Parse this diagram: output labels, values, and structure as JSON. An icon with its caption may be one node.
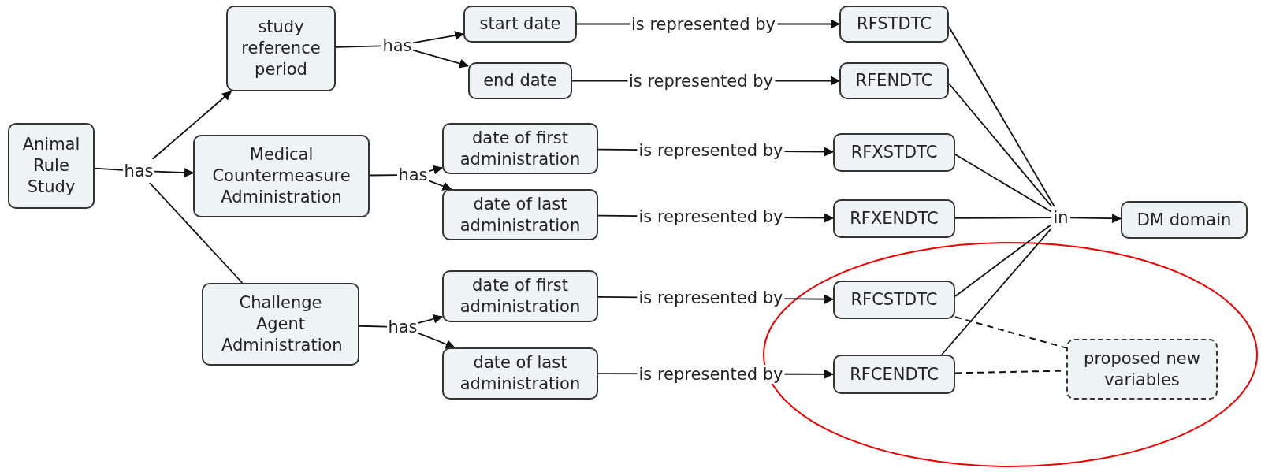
{
  "diagram": {
    "nodes": [
      {
        "text": [
          "Animal Rule Study"
        ]
      },
      {
        "text": [
          "has"
        ]
      },
      {
        "text": [
          "study reference period"
        ]
      },
      {
        "text": [
          "Medical Countermeasure Administration"
        ]
      },
      {
        "text": [
          "Challenge Agent Administration"
        ]
      },
      {
        "text": [
          "has"
        ]
      },
      {
        "text": [
          "start date"
        ]
      },
      {
        "text": [
          "end date"
        ]
      },
      {
        "text": [
          "has"
        ]
      },
      {
        "text": [
          "date of first administration"
        ]
      },
      {
        "text": [
          "date of last administration"
        ]
      },
      {
        "text": [
          "has"
        ]
      },
      {
        "text": [
          "date of first administration"
        ]
      },
      {
        "text": [
          "date of last administration"
        ]
      },
      {
        "text": [
          "RFSTDTC"
        ]
      },
      {
        "text": [
          "RFENDTC"
        ]
      },
      {
        "text": [
          "RFXSTDTC"
        ]
      },
      {
        "text": [
          "RFXENDTC"
        ]
      },
      {
        "text": [
          "RFCSTDTC"
        ]
      },
      {
        "text": [
          "RFCENDTC"
        ]
      },
      {
        "text": [
          "in"
        ]
      },
      {
        "text": [
          "DM domain"
        ]
      },
      {
        "text": [
          "proposed new variables"
        ]
      }
    ],
    "edges": [
      {
        "from": 0,
        "to": 1,
        "arrow": "none"
      },
      {
        "from": 1,
        "to": 2,
        "arrow": "to"
      },
      {
        "from": 1,
        "to": 3,
        "arrow": "to"
      },
      {
        "from": 1,
        "to": 4,
        "arrow": "none"
      },
      {
        "from": 2,
        "to": 5,
        "arrow": "none"
      },
      {
        "from": 5,
        "to": 6,
        "arrow": "to"
      },
      {
        "from": 5,
        "to": 7,
        "arrow": "to"
      },
      {
        "from": 3,
        "to": 8,
        "arrow": "none"
      },
      {
        "from": 8,
        "to": 9,
        "arrow": "to"
      },
      {
        "from": 8,
        "to": 10,
        "arrow": "to"
      },
      {
        "from": 4,
        "to": 11,
        "arrow": "none"
      },
      {
        "from": 11,
        "to": 12,
        "arrow": "to"
      },
      {
        "from": 11,
        "to": 13,
        "arrow": "to"
      },
      {
        "from": 6,
        "to": 14,
        "arrow": "to",
        "label": "is represented by"
      },
      {
        "from": 7,
        "to": 15,
        "arrow": "to",
        "label": "is represented by"
      },
      {
        "from": 9,
        "to": 16,
        "arrow": "to",
        "label": "is represented by"
      },
      {
        "from": 10,
        "to": 17,
        "arrow": "to",
        "label": "is represented by"
      },
      {
        "from": 12,
        "to": 18,
        "arrow": "to",
        "label": "is represented by"
      },
      {
        "from": 13,
        "to": 19,
        "arrow": "to",
        "label": "is represented by"
      },
      {
        "from": 14,
        "to": 20,
        "arrow": "none"
      },
      {
        "from": 15,
        "to": 20,
        "arrow": "none"
      },
      {
        "from": 16,
        "to": 20,
        "arrow": "none"
      },
      {
        "from": 17,
        "to": 20,
        "arrow": "none"
      },
      {
        "from": 18,
        "to": 20,
        "arrow": "none"
      },
      {
        "from": 19,
        "to": 20,
        "arrow": "none"
      },
      {
        "from": 20,
        "to": 21,
        "arrow": "to"
      },
      {
        "from": 18,
        "to": 22,
        "arrow": "none",
        "style": "dashed"
      },
      {
        "from": 19,
        "to": 22,
        "arrow": "none",
        "style": "dashed"
      }
    ]
  }
}
